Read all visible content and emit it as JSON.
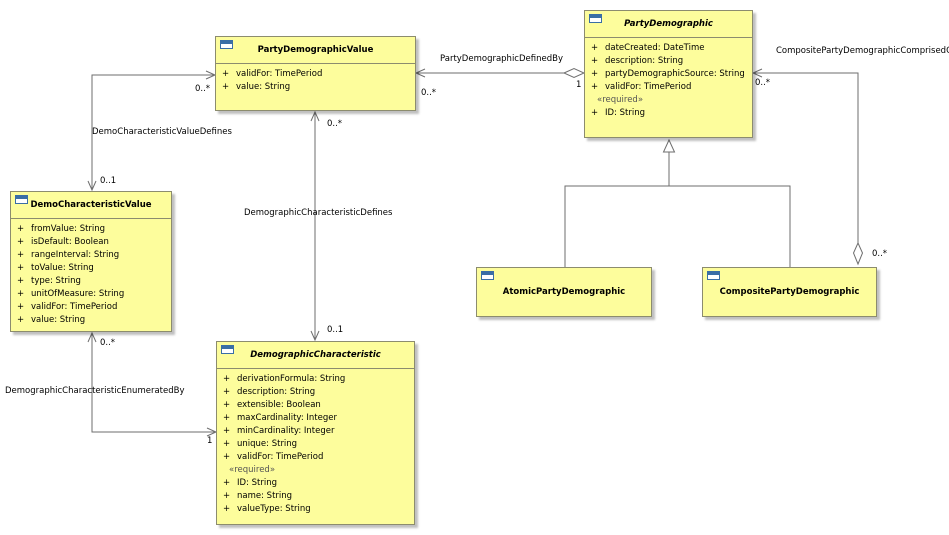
{
  "classes": {
    "party_demographic_value": {
      "name": "PartyDemographicValue",
      "attributes": [
        {
          "vis": "+",
          "text": "validFor: TimePeriod"
        },
        {
          "vis": "+",
          "text": "value: String"
        }
      ]
    },
    "party_demographic": {
      "name": "PartyDemographic",
      "attributes": [
        {
          "vis": "+",
          "text": "dateCreated: DateTime"
        },
        {
          "vis": "+",
          "text": "description: String"
        },
        {
          "vis": "+",
          "text": "partyDemographicSource: String"
        },
        {
          "vis": "+",
          "text": "validFor: TimePeriod"
        }
      ],
      "stereotype": "«required»",
      "required": [
        {
          "vis": "+",
          "text": "ID: String"
        }
      ]
    },
    "demo_characteristic_value": {
      "name": "DemoCharacteristicValue",
      "attributes": [
        {
          "vis": "+",
          "text": "fromValue: String"
        },
        {
          "vis": "+",
          "text": "isDefault: Boolean"
        },
        {
          "vis": "+",
          "text": "rangeInterval: String"
        },
        {
          "vis": "+",
          "text": "toValue: String"
        },
        {
          "vis": "+",
          "text": "type: String"
        },
        {
          "vis": "+",
          "text": "unitOfMeasure: String"
        },
        {
          "vis": "+",
          "text": "validFor: TimePeriod"
        },
        {
          "vis": "+",
          "text": "value: String"
        }
      ]
    },
    "demographic_characteristic": {
      "name": "DemographicCharacteristic",
      "attributes": [
        {
          "vis": "+",
          "text": "derivationFormula: String"
        },
        {
          "vis": "+",
          "text": "description: String"
        },
        {
          "vis": "+",
          "text": "extensible: Boolean"
        },
        {
          "vis": "+",
          "text": "maxCardinality: Integer"
        },
        {
          "vis": "+",
          "text": "minCardinality: Integer"
        },
        {
          "vis": "+",
          "text": "unique: String"
        },
        {
          "vis": "+",
          "text": "validFor: TimePeriod"
        }
      ],
      "stereotype": "«required»",
      "required": [
        {
          "vis": "+",
          "text": "ID: String"
        },
        {
          "vis": "+",
          "text": "name: String"
        },
        {
          "vis": "+",
          "text": "valueType: String"
        }
      ]
    },
    "atomic_party_demographic": {
      "name": "AtomicPartyDemographic"
    },
    "composite_party_demographic": {
      "name": "CompositePartyDemographic"
    }
  },
  "associations": {
    "party_demographic_defined_by": {
      "name": "PartyDemographicDefinedBy",
      "mult_value_end": "0..*",
      "mult_demographic_end": "1"
    },
    "composite_comprised_of": {
      "name": "CompositePartyDemographicComprisedOf",
      "mult_top": "0..*",
      "mult_bottom": "0..*"
    },
    "demo_characteristic_value_defines": {
      "name": "DemoCharacteristicValueDefines",
      "mult_top": "0..*",
      "mult_bottom": "0..1"
    },
    "demographic_characteristic_defines": {
      "name": "DemographicCharacteristicDefines",
      "mult_top": "0..*",
      "mult_bottom": "0..1"
    },
    "demographic_characteristic_enumerated_by": {
      "name": "DemographicCharacteristicEnumeratedBy",
      "mult_top": "0..*",
      "mult_bottom": "1"
    }
  }
}
